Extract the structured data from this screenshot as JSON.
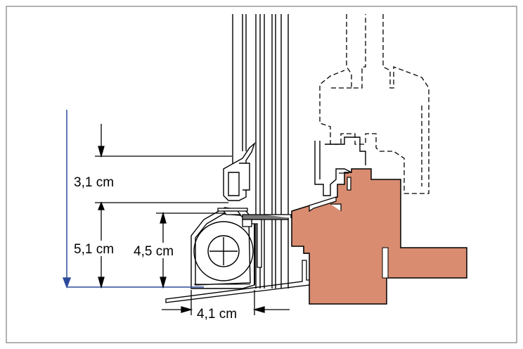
{
  "dimensions": {
    "upper_height": "3,1 cm",
    "lower_height": "5,1 cm",
    "box_height": "4,5 cm",
    "box_depth": "4,1 cm"
  },
  "colors": {
    "frame_border": "#999999",
    "sill": "#d98c70",
    "line": "#000000",
    "blue_dimension": "#2b4a9a"
  }
}
